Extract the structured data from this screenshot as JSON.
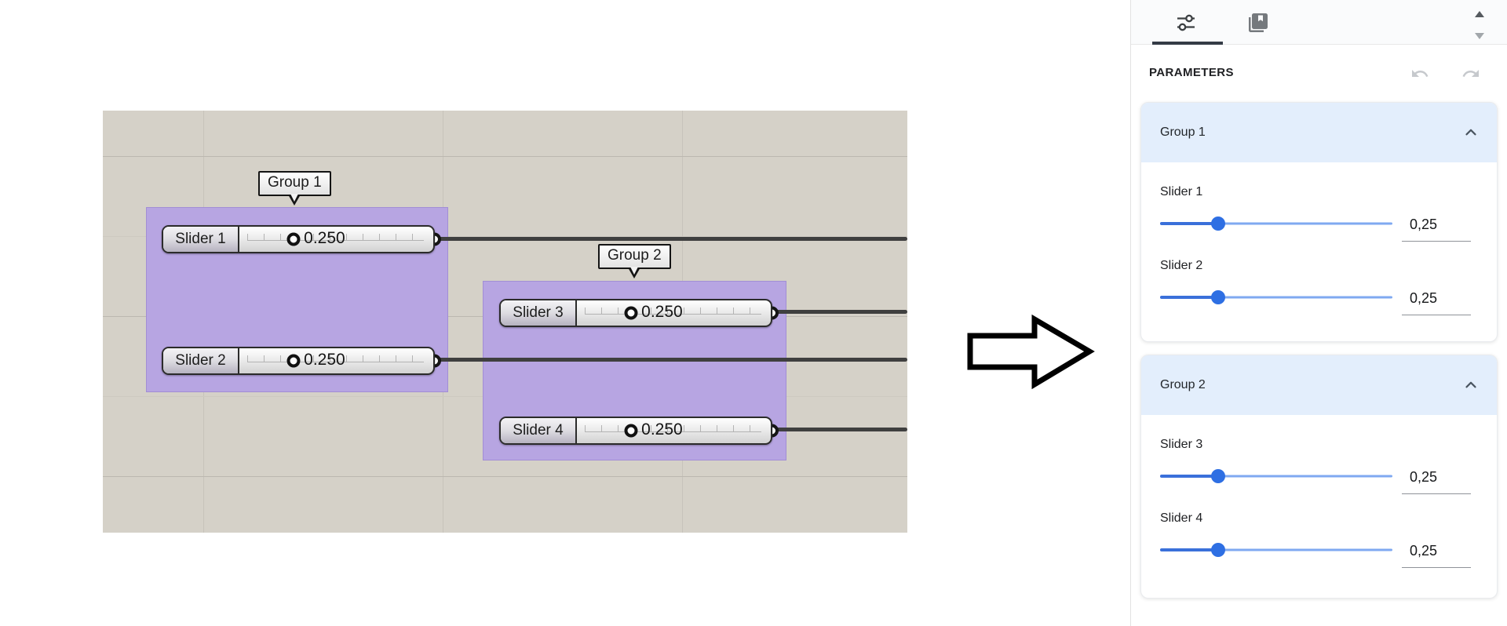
{
  "canvas": {
    "groups": [
      {
        "label": "Group 1",
        "sliders": [
          {
            "name": "Slider 1",
            "value": "0.250"
          },
          {
            "name": "Slider 2",
            "value": "0.250"
          }
        ]
      },
      {
        "label": "Group 2",
        "sliders": [
          {
            "name": "Slider 3",
            "value": "0.250"
          },
          {
            "name": "Slider 4",
            "value": "0.250"
          }
        ]
      }
    ]
  },
  "panel": {
    "title": "PARAMETERS",
    "groups": [
      {
        "title": "Group 1",
        "params": [
          {
            "label": "Slider 1",
            "value": "0,25",
            "fraction": 0.25
          },
          {
            "label": "Slider 2",
            "value": "0,25",
            "fraction": 0.25
          }
        ]
      },
      {
        "title": "Group 2",
        "params": [
          {
            "label": "Slider 3",
            "value": "0,25",
            "fraction": 0.25
          },
          {
            "label": "Slider 4",
            "value": "0,25",
            "fraction": 0.25
          }
        ]
      }
    ]
  },
  "colors": {
    "accent_blue": "#2e6fe3",
    "group_header_blue": "#e3eefc",
    "canvas_group_purple": "#b7a5e2",
    "canvas_background": "#d5d1c8",
    "wire_dark": "#3f3f3f"
  }
}
